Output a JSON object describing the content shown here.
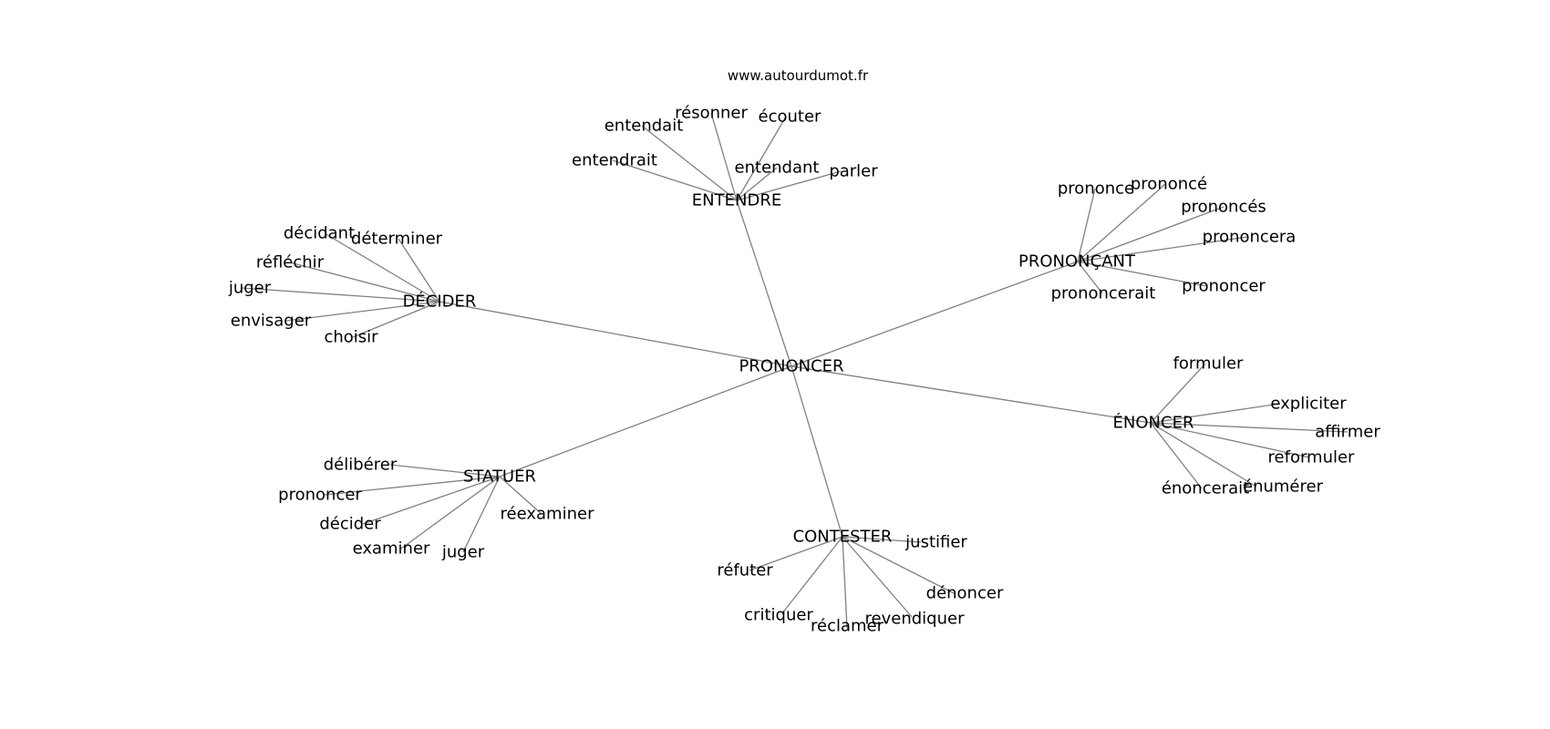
{
  "source_label": "www.autourdumot.fr",
  "graph": {
    "center": "PRONONCER",
    "clusters": [
      {
        "hub": "ENTENDRE",
        "leaves": [
          "résonner",
          "écouter",
          "entendait",
          "entendrait",
          "entendant",
          "parler"
        ]
      },
      {
        "hub": "PRONONÇANT",
        "leaves": [
          "prononce",
          "prononcé",
          "prononcés",
          "prononcera",
          "prononcer",
          "prononcerait"
        ]
      },
      {
        "hub": "DÉCIDER",
        "leaves": [
          "décidant",
          "déterminer",
          "réfléchir",
          "juger",
          "envisager",
          "choisir"
        ]
      },
      {
        "hub": "ÉNONCER",
        "leaves": [
          "formuler",
          "expliciter",
          "affirmer",
          "reformuler",
          "énumérer",
          "énoncerait"
        ]
      },
      {
        "hub": "STATUER",
        "leaves": [
          "délibérer",
          "prononcer",
          "décider",
          "examiner",
          "juger",
          "réexaminer"
        ]
      },
      {
        "hub": "CONTESTER",
        "leaves": [
          "justifier",
          "réfuter",
          "critiquer",
          "réclamer",
          "revendiquer",
          "dénoncer"
        ]
      }
    ]
  }
}
